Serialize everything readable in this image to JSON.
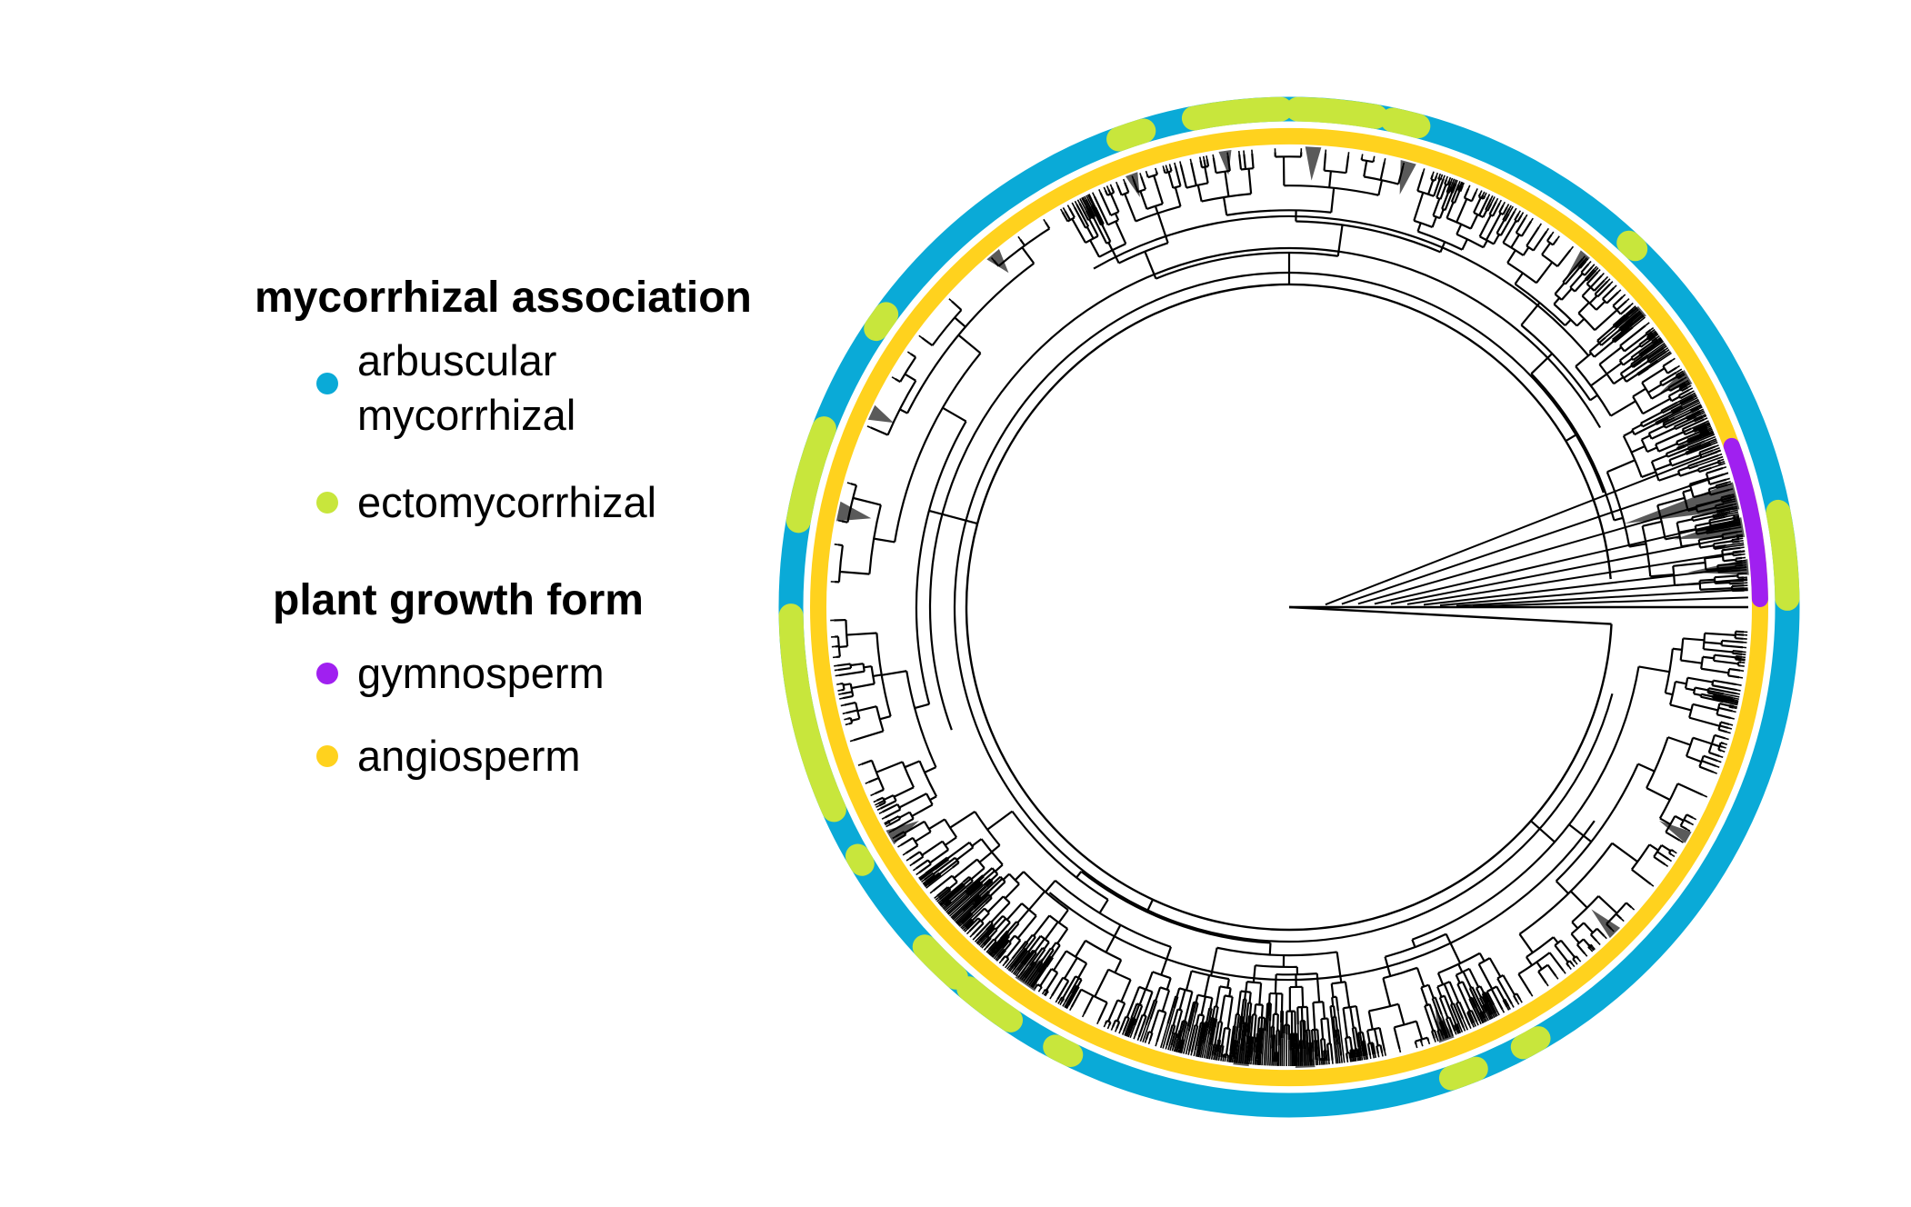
{
  "legend": {
    "mycorrhizal_title": "mycorrhizal association",
    "arbuscular_line1": "arbuscular",
    "arbuscular_line2": "mycorrhizal",
    "ectomycorrhizal": "ectomycorrhizal",
    "growth_title": "plant growth form",
    "gymnosperm": "gymnosperm",
    "angiosperm": "angiosperm"
  },
  "colors": {
    "arbuscular": "#0aaad7",
    "ectomycorrhizal": "#c8e63c",
    "gymnosperm": "#a020f0",
    "angiosperm": "#ffd21e",
    "branch": "#000000",
    "collapsed_clade": "#5a5a5a"
  },
  "chart_data": {
    "type": "circular-phylogeny",
    "rings": [
      {
        "key": "plant growth form",
        "default": "angiosperm",
        "segments": [
          {
            "category": "gymnosperm",
            "start_deg": -20,
            "end_deg": -1
          }
        ]
      },
      {
        "key": "mycorrhizal association",
        "default": "arbuscular mycorrhizal",
        "segments": [
          {
            "category": "ectomycorrhizal",
            "start_deg": -110,
            "end_deg": -107
          },
          {
            "category": "ectomycorrhizal",
            "start_deg": -101,
            "end_deg": -91
          },
          {
            "category": "ectomycorrhizal",
            "start_deg": -89,
            "end_deg": -80
          },
          {
            "category": "ectomycorrhizal",
            "start_deg": -78,
            "end_deg": -75
          },
          {
            "category": "ectomycorrhizal",
            "start_deg": -47,
            "end_deg": -46
          },
          {
            "category": "ectomycorrhizal",
            "start_deg": -11,
            "end_deg": -1
          },
          {
            "category": "ectomycorrhizal",
            "start_deg": 60,
            "end_deg": 62
          },
          {
            "category": "ectomycorrhizal",
            "start_deg": 68,
            "end_deg": 71
          },
          {
            "category": "ectomycorrhizal",
            "start_deg": 116,
            "end_deg": 118
          },
          {
            "category": "ectomycorrhizal",
            "start_deg": 124,
            "end_deg": 130
          },
          {
            "category": "ectomycorrhizal",
            "start_deg": 132,
            "end_deg": 137
          },
          {
            "category": "ectomycorrhizal",
            "start_deg": 149,
            "end_deg": 150
          },
          {
            "category": "ectomycorrhizal",
            "start_deg": 156,
            "end_deg": 179
          },
          {
            "category": "ectomycorrhizal",
            "start_deg": 190,
            "end_deg": 201
          },
          {
            "category": "ectomycorrhizal",
            "start_deg": 214,
            "end_deg": 216
          }
        ]
      }
    ]
  }
}
